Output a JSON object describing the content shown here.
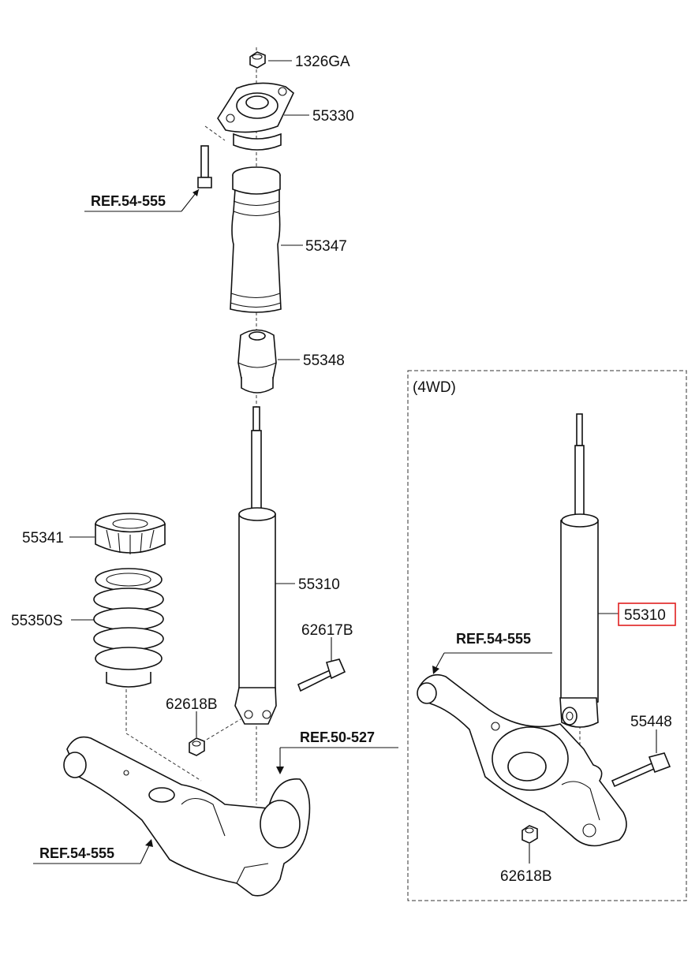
{
  "labels": {
    "nut_top": "1326GA",
    "mount": "55330",
    "dust_cover": "55347",
    "bump_stopper": "55348",
    "spring_pad": "55341",
    "coil_spring": "55350S",
    "shock_absorber": "55310",
    "bolt": "62617B",
    "nut_lower": "62618B",
    "shock_absorber_4wd": "55310",
    "bolt_4wd": "55448",
    "nut_lower_4wd": "62618B"
  },
  "refs": {
    "upper_left": "REF.54-555",
    "knuckle": "REF.50-527",
    "lower_left": "REF.54-555",
    "arm_4wd": "REF.54-555"
  },
  "variant_box": {
    "title": "(4WD)"
  },
  "highlight": {
    "label": "55310",
    "color": "#e02020"
  }
}
